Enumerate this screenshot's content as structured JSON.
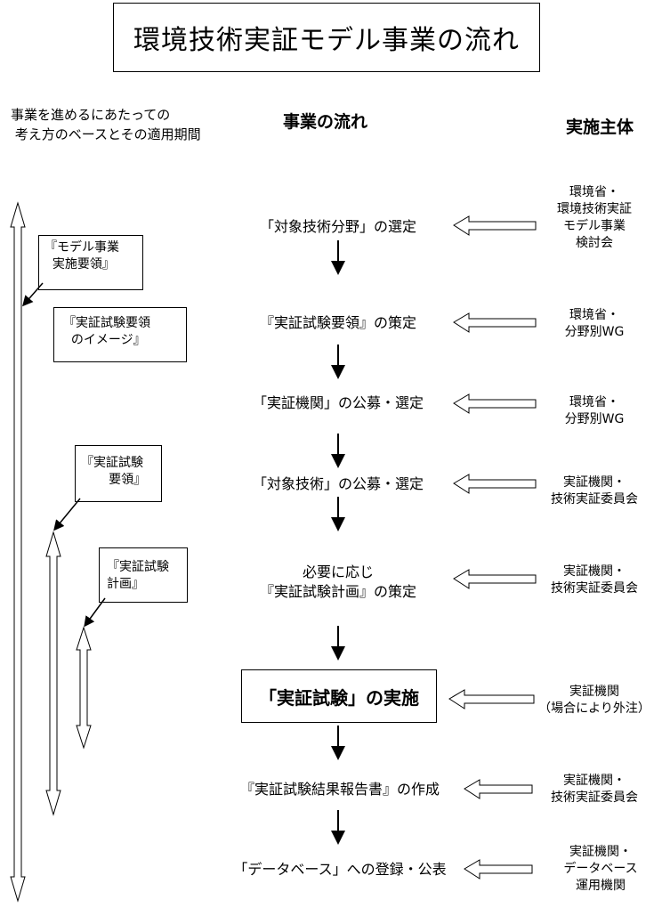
{
  "title": "環境技術実証モデル事業の流れ",
  "left_note": "事業を進めるにあたっての\n 考え方のベースとその適用期間",
  "center_header": "事業の流れ",
  "right_header": "実施主体",
  "steps": [
    "「対象技術分野」の選定",
    "『実証試験要領』の策定",
    "「実証機関」の公募・選定",
    "「対象技術」の公募・選定",
    "必要に応じ\n『実証試験計画』の策定",
    "「実証試験」の実施",
    "『実証試験結果報告書』の作成",
    "「データベース」への登録・公表"
  ],
  "actors": [
    "環境省・\n環境技術実証\nモデル事業\n検討会",
    "環境省・\n分野別WG",
    "環境省・\n分野別WG",
    "実証機関・\n技術実証委員会",
    "実証機関・\n技術実証委員会",
    "実証機関\n（場合により外注）",
    "実証機関・\n技術実証委員会",
    "実証機関・\nデータベース\n運用機関"
  ],
  "documents": [
    "『モデル事業\n  実施要領』",
    "『実証試験要領\n  のイメージ』",
    "『実証試験\n       要領』",
    "『実証試験\n計画』"
  ]
}
